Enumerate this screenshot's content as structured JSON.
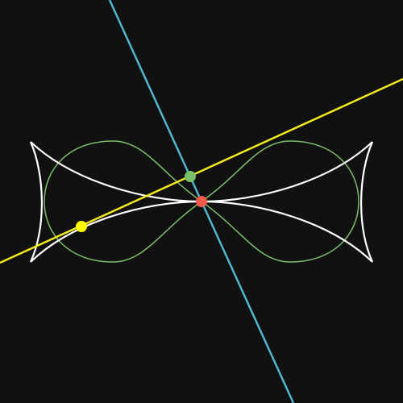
{
  "canvas": {
    "background": "#111111"
  },
  "colors": {
    "lemniscate": "#7bbf6a",
    "evolute": "#ffffff",
    "normal_line": "#4fb8cf",
    "tangent_line": "#f2ea1d",
    "curve_point": "#7bbf6a",
    "center_point": "#f25a4a",
    "evolute_point": "#ffff00"
  },
  "elements": {
    "lemniscate": "lemniscate-curve",
    "evolute": "evolute-curve",
    "normal_line": "normal-line",
    "tangent_line": "tangent-line",
    "points": [
      "curve-point",
      "center-point",
      "evolute-point"
    ]
  }
}
